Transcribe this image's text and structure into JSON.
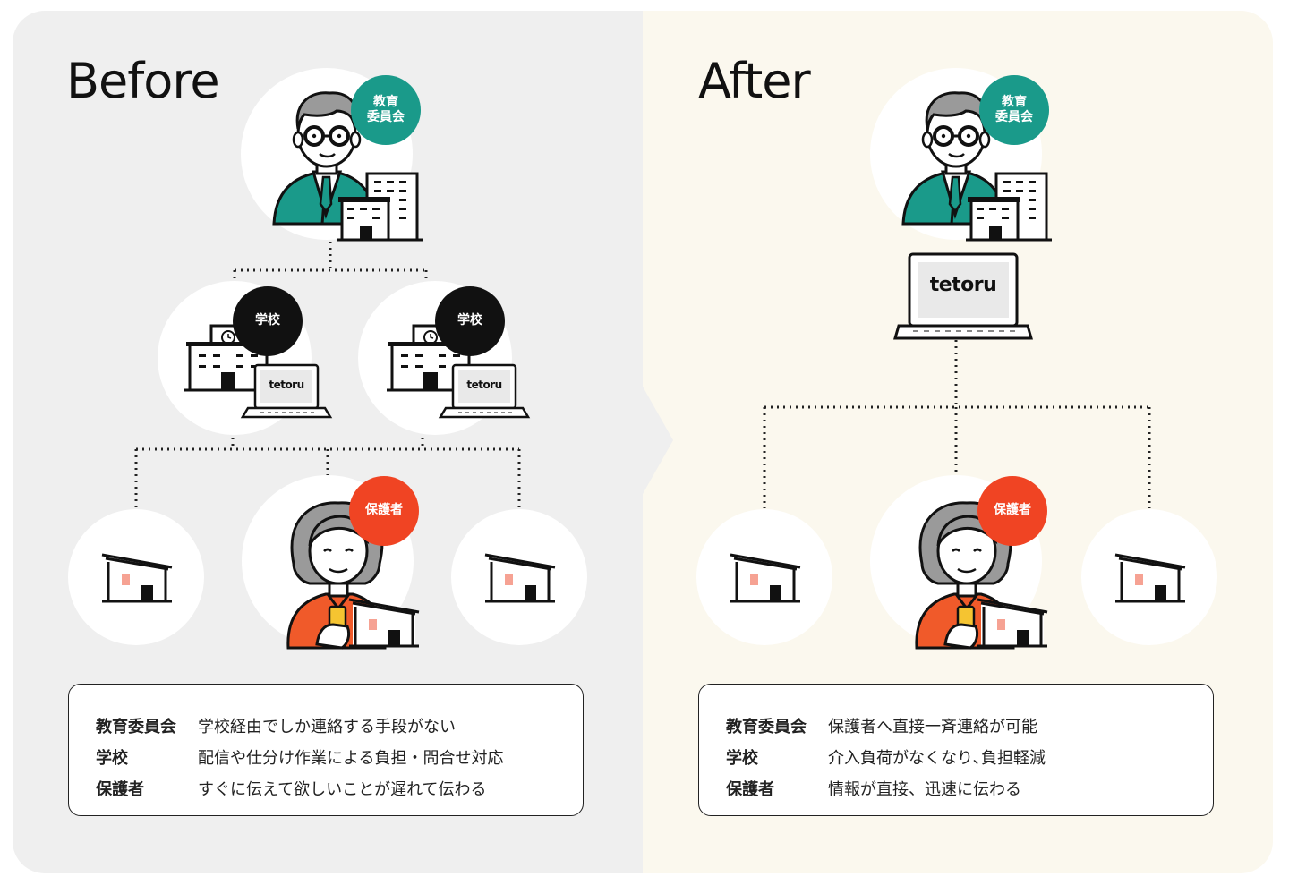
{
  "before": {
    "heading": "Before",
    "board_badge": [
      "教育",
      "委員会"
    ],
    "school_badge": "学校",
    "parent_badge": "保護者",
    "logo_text": "tetoru",
    "notes": [
      {
        "key": "教育委員会",
        "value": "学校経由でしか連絡する手段がない"
      },
      {
        "key": "学校",
        "value": "配信や仕分け作業による負担・問合せ対応"
      },
      {
        "key": "保護者",
        "value": "すぐに伝えて欲しいことが遅れて伝わる"
      }
    ]
  },
  "after": {
    "heading": "After",
    "board_badge": [
      "教育",
      "委員会"
    ],
    "parent_badge": "保護者",
    "logo_text": "tetoru",
    "notes": [
      {
        "key": "教育委員会",
        "value": "保護者へ直接一斉連絡が可能"
      },
      {
        "key": "学校",
        "value": "介入負荷がなくなり､負担軽減"
      },
      {
        "key": "保護者",
        "value": "情報が直接、迅速に伝わる"
      }
    ]
  },
  "colors": {
    "before_bg": "#efefef",
    "after_bg": "#fbf8ee",
    "board_badge": "#1a9a8a",
    "school_badge": "#111111",
    "parent_badge": "#f04423",
    "suit": "#1a9a8a",
    "sweater": "#f05a2a",
    "window": "#f6a293"
  },
  "icons": [
    "board-member-icon",
    "office-building-icon",
    "school-building-icon",
    "laptop-icon",
    "house-icon",
    "parent-with-phone-icon"
  ]
}
